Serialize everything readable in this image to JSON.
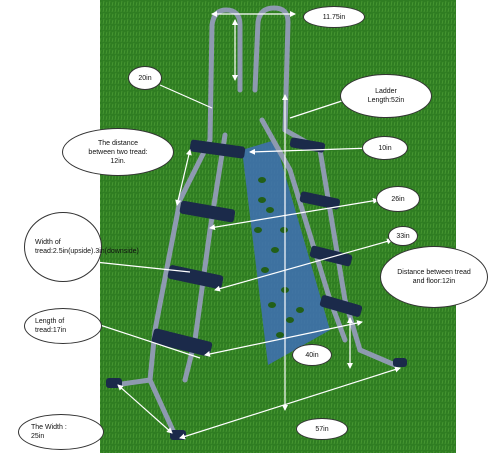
{
  "colors": {
    "grass": "#2f7d22",
    "grass_dark": "#225f18",
    "grass_light": "#4a9a33",
    "frame": "#8e9ab0",
    "frame_highlight": "#b6c0d2",
    "tread": "#1b2a4a",
    "step_panel": "#3f6fb6",
    "arrow": "#ffffff",
    "callout_fill": "#ffffff",
    "callout_border": "#333333"
  },
  "labels": {
    "handle_width": "11.75in",
    "handle_height": "20in",
    "ladder_length": "Ladder Length:52in",
    "tread_distance": "The distance between two tread: 12in.",
    "tread_gap": "10in",
    "outside_width_upper": "26in",
    "tread_width": "Width of tread:2.5in(upside).3in(downside)",
    "inside_width": "33in",
    "floor_distance": "Distance between tread and floor:12in",
    "tread_length": "Length of tread:17in",
    "inside_width_bottom": "40in",
    "base_width": "The Width : 25in",
    "base_length": "57in"
  },
  "icons": [
    "pool-ladder-image",
    "grass-background"
  ]
}
